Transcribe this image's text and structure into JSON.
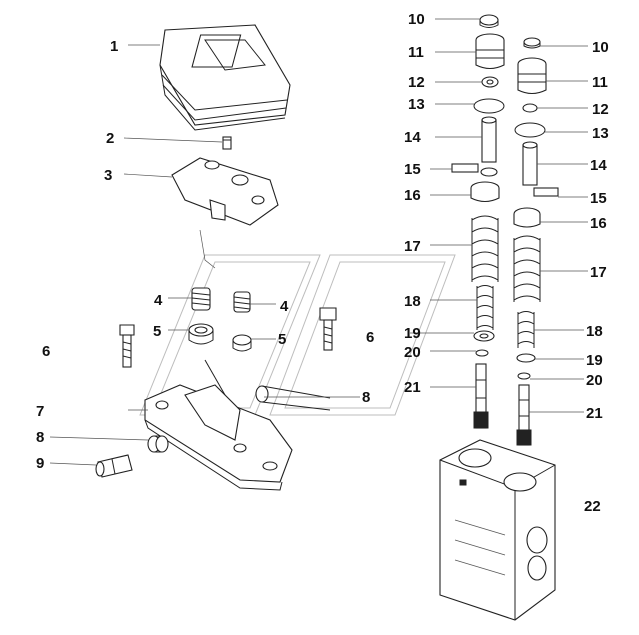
{
  "labels": {
    "l1": "1",
    "l2": "2",
    "l3": "3",
    "l4a": "4",
    "l4b": "4",
    "l5a": "5",
    "l5b": "5",
    "l6a": "6",
    "l6b": "6",
    "l7": "7",
    "l8a": "8",
    "l8b": "8",
    "l9": "9",
    "l10a": "10",
    "l10b": "10",
    "l11a": "11",
    "l11b": "11",
    "l12a": "12",
    "l12b": "12",
    "l13a": "13",
    "l13b": "13",
    "l14a": "14",
    "l14b": "14",
    "l15a": "15",
    "l15b": "15",
    "l16a": "16",
    "l16b": "16",
    "l17a": "17",
    "l17b": "17",
    "l18a": "18",
    "l18b": "18",
    "l19a": "19",
    "l19b": "19",
    "l20a": "20",
    "l20b": "20",
    "l21a": "21",
    "l21b": "21",
    "l22": "22"
  },
  "colors": {
    "ink": "#222222",
    "label": "#111111",
    "background": "#ffffff"
  }
}
